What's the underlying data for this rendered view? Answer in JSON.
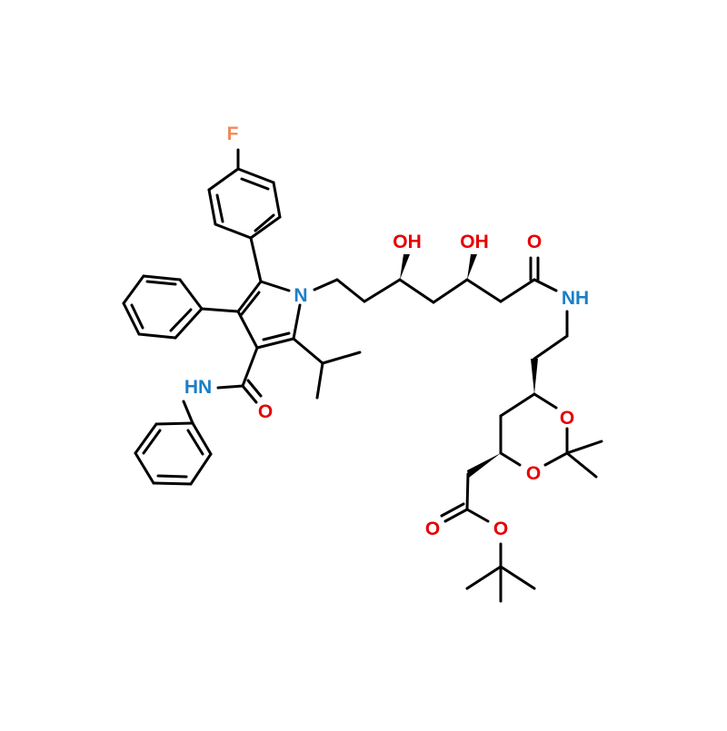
{
  "colors": {
    "bond": "#000000",
    "nitrogen": "#1a7fc7",
    "oxygen": "#e60000",
    "fluorine": "#f08a5a"
  },
  "atoms": {
    "fluorine": "F",
    "pyrrole_n": "N",
    "oh_1": "OH",
    "oh_2": "OH",
    "carbonyl_o_top": "O",
    "amide_nh_right": "NH",
    "amide_nh_left": "HN",
    "carbonyl_o_left": "O",
    "dioxane_o_upper": "O",
    "dioxane_o_lower": "O",
    "ester_o_carbonyl": "O",
    "ester_o_single": "O"
  }
}
